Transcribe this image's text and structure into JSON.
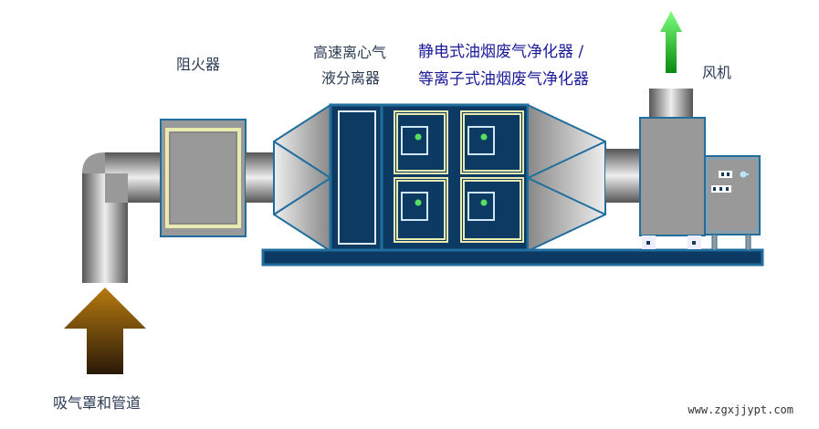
{
  "labels": {
    "flame_arrestor": "阻火器",
    "separator_line1": "高速离心气",
    "separator_line2": "液分离器",
    "purifier_line1": "静电式油烟废气净化器 /",
    "purifier_line2": "等离子式油烟废气净化器",
    "fan": "风机",
    "intake": "吸气罩和管道"
  },
  "watermark": "www.zgxjjypt.com",
  "colors": {
    "body": "#0d3a63",
    "frame": "#1f6e9e",
    "cell_border": "#e8eab0",
    "indicator": "#58e060",
    "exhaust_arrow": "#22c028",
    "intake_arrow": "#9a5a10"
  }
}
